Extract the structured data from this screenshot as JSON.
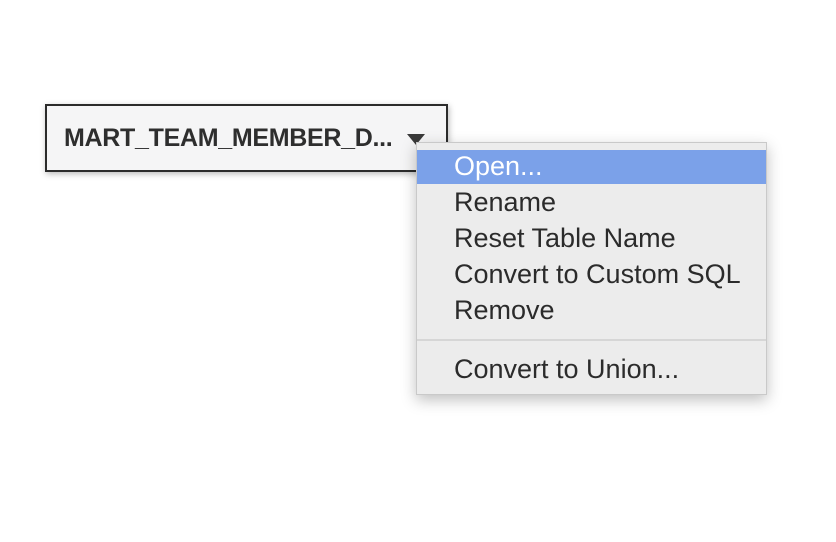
{
  "table_field": {
    "label": "MART_TEAM_MEMBER_D...",
    "dropdown_icon": "caret-down"
  },
  "context_menu": {
    "items": [
      {
        "label": "Open...",
        "highlighted": true
      },
      {
        "label": "Rename",
        "highlighted": false
      },
      {
        "label": "Reset Table Name",
        "highlighted": false
      },
      {
        "label": "Convert to Custom SQL",
        "highlighted": false
      },
      {
        "label": "Remove",
        "highlighted": false
      }
    ],
    "footer_items": [
      {
        "label": "Convert to Union...",
        "highlighted": false
      }
    ]
  },
  "colors": {
    "highlight_bg": "#7BA1E9",
    "highlight_text": "#FFFFFF",
    "menu_bg": "#ECECEC",
    "menu_border": "#C9C9C9",
    "menu_text": "#2B2B2B",
    "separator": "#D6D6D6",
    "field_bg": "#F5F5F6",
    "field_border": "#2B2B2B",
    "field_text": "#2E2E2E",
    "page_bg": "#FFFFFF"
  }
}
